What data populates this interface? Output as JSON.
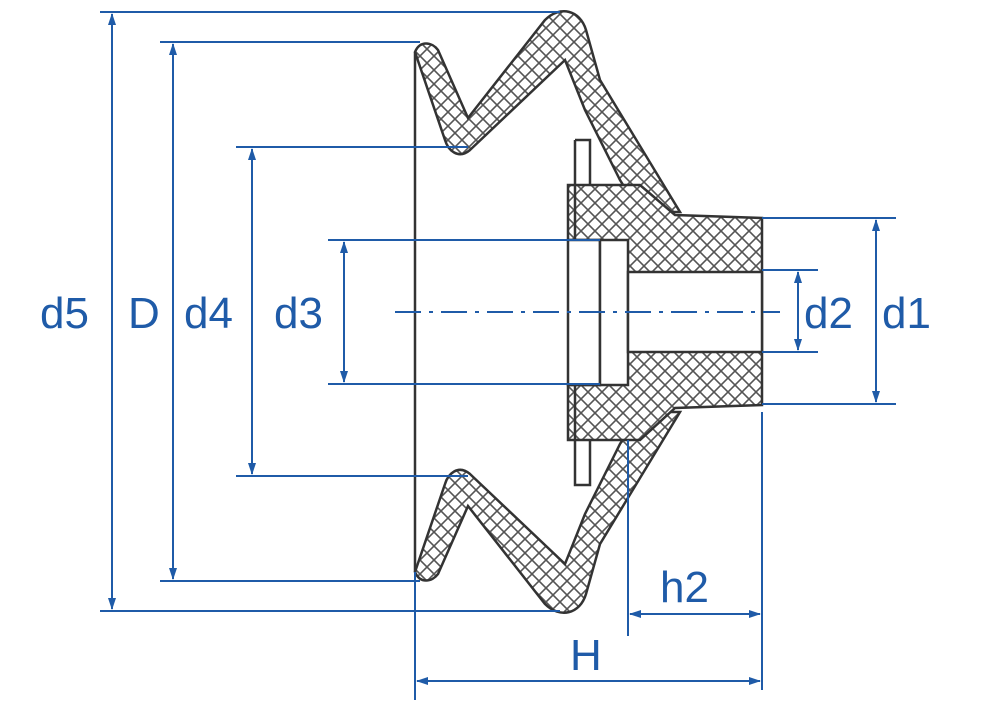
{
  "colors": {
    "dimension": "#1f5ba8",
    "outline": "#333333",
    "hatch": "#555555",
    "background": "#ffffff"
  },
  "labels": {
    "d5": "d5",
    "D": "D",
    "d4": "d4",
    "d3": "d3",
    "d2": "d2",
    "d1": "d1",
    "h2": "h2",
    "H": "H"
  }
}
